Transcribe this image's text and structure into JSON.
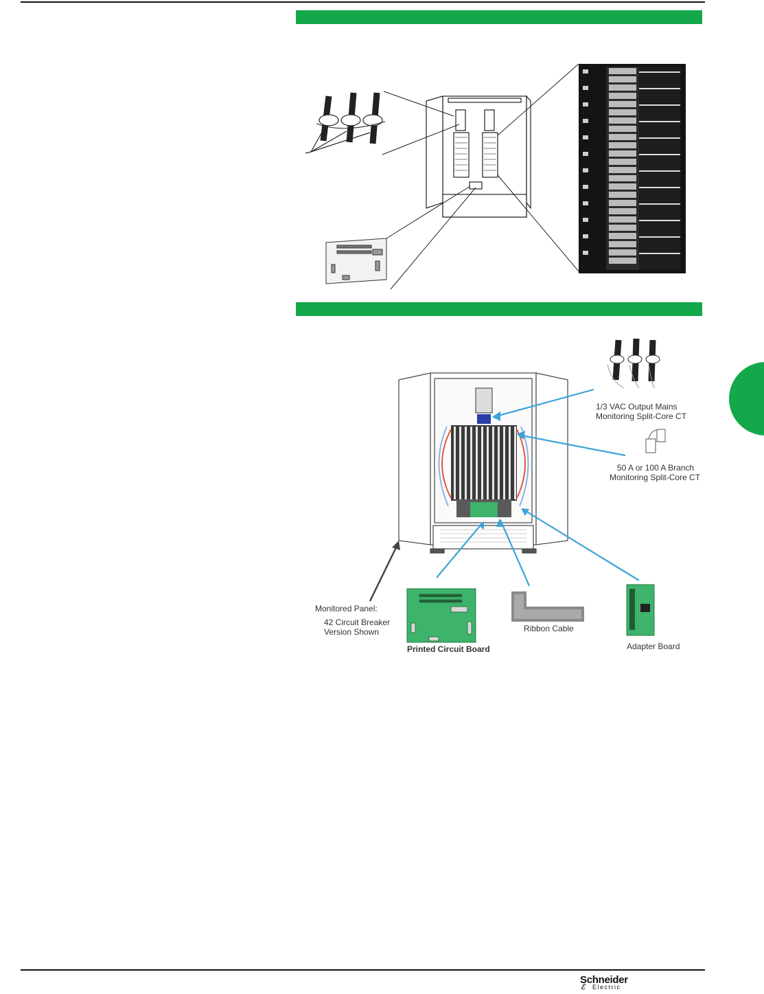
{
  "figure2": {
    "mains_ct_label": "1/3 VAC Output Mains Monitoring Split-Core CT",
    "mains_ct_line1": "1/3 VAC Output Mains",
    "mains_ct_line2": "Monitoring Split-Core CT",
    "branch_ct_line1": "50 A or 100 A Branch",
    "branch_ct_line2": "Monitoring Split-Core CT",
    "panel_line1": "Monitored Panel:",
    "panel_line2": "42 Circuit Breaker",
    "panel_line3": "Version Shown",
    "pcb_label": "Printed Circuit Board",
    "ribbon_label": "Ribbon Cable",
    "adapter_label": "Adapter Board"
  },
  "footer": {
    "logo_main": "Schneider",
    "logo_sub": "Electric"
  },
  "colors": {
    "accent_green": "#13a84a",
    "callout_blue": "#3ba3d8",
    "pcb_green": "#3db36b"
  }
}
